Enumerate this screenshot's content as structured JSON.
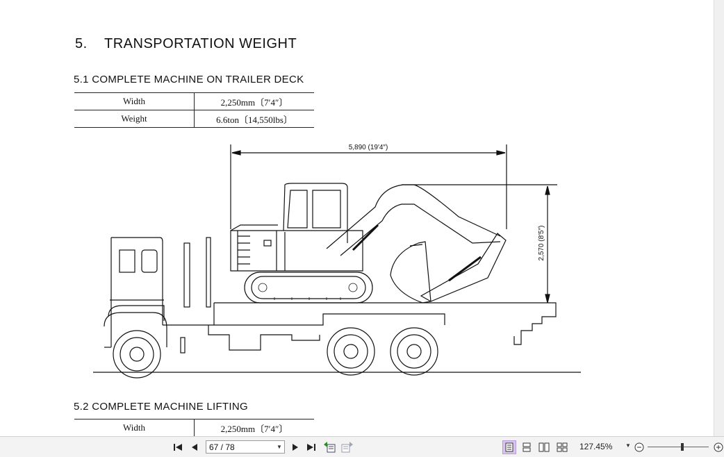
{
  "section": {
    "number": "5.",
    "title": "TRANSPORTATION WEIGHT"
  },
  "sub1": {
    "title": "5.1  COMPLETE MACHINE ON TRAILER DECK",
    "rows": [
      {
        "label": "Width",
        "value": "2,250mm〔7′4″〕"
      },
      {
        "label": "Weight",
        "value": "6.6ton〔14,550lbs〕"
      }
    ]
  },
  "drawing": {
    "length_label": "5,890 (19′4″)",
    "height_label": "2,570 (8′5″)"
  },
  "sub2": {
    "title": "5.2  COMPLETE MACHINE LIFTING",
    "rows": [
      {
        "label": "Width",
        "value": "2,250mm〔7′4″〕"
      }
    ]
  },
  "toolbar": {
    "page_indicator": "67 / 78",
    "zoom": "127.45%"
  }
}
